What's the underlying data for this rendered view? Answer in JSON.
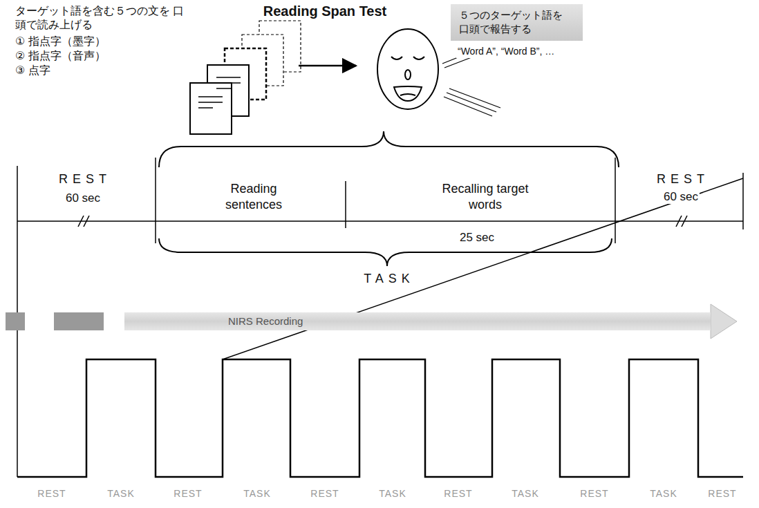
{
  "diagram": {
    "title": "Reading Span Test",
    "nodes": [
      {
        "text": [
          "５つのターゲット語を 口頭で報告する"
        ]
      },
      {
        "text": [
          "NIRS Recording"
        ]
      }
    ],
    "labels": [
      "ターゲット語を含む５つの文を 口頭で読み上げる",
      "① 指点字（墨字）",
      "② 指点字（音声）",
      "③ 点字",
      "“Word A”, “Word B”, …",
      "REST",
      "60 sec",
      "Reading sentences",
      "Recalling target words",
      "REST",
      "60 sec",
      "25 sec",
      "TASK",
      "REST",
      "TASK",
      "REST",
      "TASK",
      "REST",
      "TASK",
      "REST",
      "TASK",
      "REST",
      "TASK",
      "REST"
    ]
  }
}
